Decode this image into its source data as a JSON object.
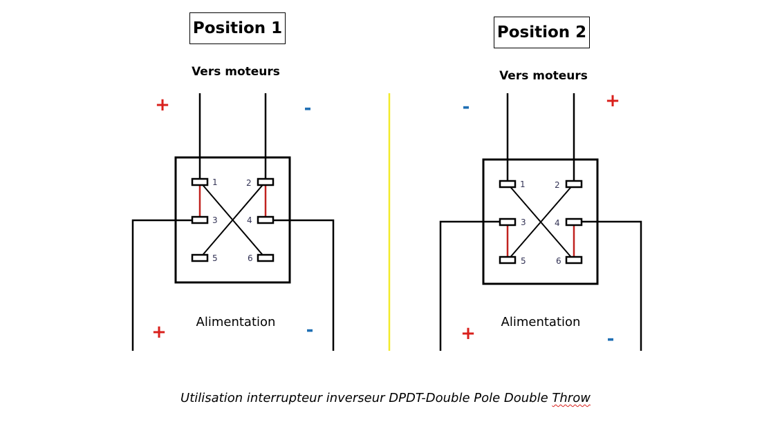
{
  "positions": [
    {
      "title": "Position 1",
      "motors_label": "Vers moteurs",
      "power_label": "Alimentation",
      "motor_left_sign": "+",
      "motor_right_sign": "-",
      "power_left_sign": "+",
      "power_right_sign": "-",
      "pins": [
        "1",
        "2",
        "3",
        "4",
        "5",
        "6"
      ]
    },
    {
      "title": "Position 2",
      "motors_label": "Vers moteurs",
      "power_label": "Alimentation",
      "motor_left_sign": "-",
      "motor_right_sign": "+",
      "power_left_sign": "+",
      "power_right_sign": "-",
      "pins": [
        "1",
        "2",
        "3",
        "4",
        "5",
        "6"
      ]
    }
  ],
  "caption": {
    "main": "Utilisation interrupteur inverseur DPDT-Double Pole Double ",
    "last_word": "Throw"
  },
  "colors": {
    "plus": "#d9201c",
    "minus": "#1f6fb4",
    "divider": "#f2ea2a",
    "bridge": "#c0221f"
  }
}
